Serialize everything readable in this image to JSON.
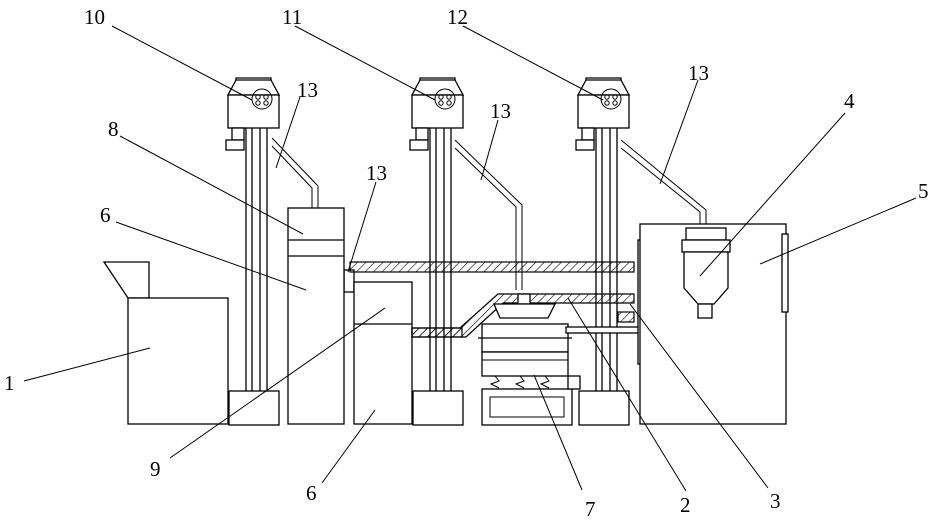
{
  "labels": {
    "l1": "1",
    "l2": "2",
    "l3": "3",
    "l4": "4",
    "l5": "5",
    "l6a": "6",
    "l6b": "6",
    "l7": "7",
    "l8": "8",
    "l9": "9",
    "l10": "10",
    "l11": "11",
    "l12": "12",
    "l13a": "13",
    "l13b": "13",
    "l13c": "13",
    "l13d": "13"
  },
  "colors": {
    "line": "#000000",
    "background": "#ffffff",
    "hatch": "#000000"
  }
}
